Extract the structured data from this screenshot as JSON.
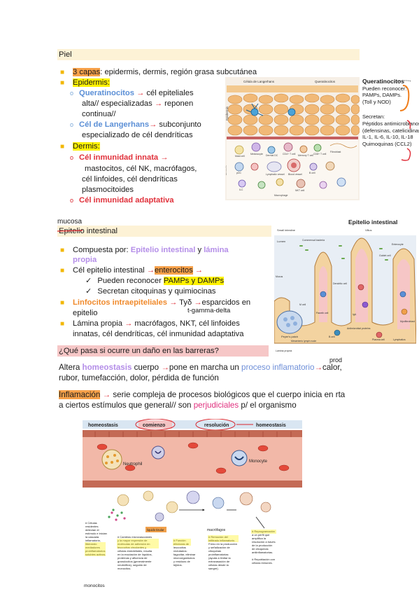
{
  "piel": {
    "title": "Piel",
    "b1_a": "3 capas",
    "b1_b": ": epidermis, dermis, región grasa subcutánea",
    "epidermis": "Epidermis:",
    "querat": "Queratinocitos",
    "querat_rest": " cél epiteliales",
    "querat_l2a": "alta// especializadas ",
    "querat_l2b": " reponen",
    "querat_l3": "continua//",
    "langer": "Cél de Langerhans",
    "langer_rest": " subconjunto",
    "langer_l2": "especializado de cél dendríticas",
    "dermis": "Dermis:",
    "innata": "Cél inmunidad innata ",
    "innata_l2": "mastocitos, cél NK, macrófagos,",
    "innata_l3": "cél linfoides, cél dendríticas",
    "innata_l4": "plasmocitoides",
    "adapt": "Cél inmunidad adaptativa",
    "arrow": "→"
  },
  "skin_fig": {
    "top_label1": "Célula de Langerhans",
    "top_label2": "Queratinocitos",
    "side_title": "Queratinocitos",
    "side_l1": "Pueden reconocer:",
    "side_l2": "PAMPs, DAMPs.",
    "side_l3": "(Toll y NOD)",
    "side_l4": "Secretan:",
    "side_l5": "Péptidos antimicrobianos",
    "side_l6": "(defensinas, catelicidinas)",
    "side_l7": "IL-1, IL-6, IL-10, IL-18",
    "side_l8": "Quimoquinas (CCL2)",
    "layer_epi": "Epidermis",
    "layer_der": "Dermis",
    "cells": [
      "Mast cell",
      "Melanocyte",
      "Dermal DC",
      "CD4+ T cell",
      "Memory T cell",
      "CD8+ T cell",
      "pDC",
      "Lymphatic vessel",
      "Blood vessel",
      "NKT cell",
      "Macrophage",
      "ILC",
      "Fibroblast",
      "B cell"
    ]
  },
  "intestino": {
    "mucosa": "mucosa",
    "title": "Epitelio intestinal",
    "b1_a": "Compuesta por: ",
    "b1_b": "Epitelio intestinal",
    "b1_c": " y ",
    "b1_d": "lámina",
    "b1_e": "propia",
    "b2_a": "Cél epitelio intestinal ",
    "b2_b": "enterocitos",
    "c1_a": "Pueden reconocer ",
    "c1_b": "PAMPs y DAMPs",
    "c2": "Secretan citoquinas y quimiocinas",
    "b3_a": "Linfocitos intraepiteliales ",
    "b3_b": " Tyδ ",
    "b3_c": "esparcidos en",
    "b3_note": "t-gamma-delta",
    "b3_l2": "epitelio",
    "b4_a": "Lámina propia ",
    "b4_b": " macrófagos, NKT, cél linfoides",
    "b4_l2": "innatas, cél dendríticas, cél inmunidad adaptativa",
    "arrow": "→",
    "check": "✓"
  },
  "gut_fig": {
    "title": "Epitelio intestinal",
    "labels": [
      "Small intestine",
      "Villus",
      "Lumen",
      "Commensal bacteria",
      "Enterocyte",
      "Goblet cell",
      "Mucus",
      "Dendritic cell",
      "Peyer's patch",
      "Paneth cell",
      "IgA",
      "B cell",
      "Plasma cell",
      "Lymphatics",
      "Lamina propria",
      "M cell",
      "Crypt",
      "Mesenteric lymph node",
      "Myofibroblast",
      "Antimicrobial proteins"
    ]
  },
  "dano": {
    "question": "¿Qué pasa si ocurre un daño en las barreras?",
    "l1_a": "Altera ",
    "l1_b": "homeostasis",
    "l1_c": " cuerpo ",
    "l1_d": "pone en marcha un ",
    "l1_e": "proceso inflamatorio",
    "l1_prod": "prod",
    "l1_f": "calor,",
    "l2": "rubor, tumefacción, dolor, pérdida de función",
    "infl_a": "Inflamación",
    "infl_b": " serie compleja de procesos biológicos que el cuerpo inicia en rta",
    "infl_l2a": "a ciertos estímulos que general// son ",
    "infl_l2b": "perjudiciales",
    "infl_l2c": " p/ el organismo",
    "arrow": "→"
  },
  "infl_fig": {
    "band1": "homeostasis",
    "band2": "comienzo",
    "band3": "resolución",
    "band4": "homeostasis",
    "neutrophil": "Neutrophil",
    "monocyte": "Monocyte",
    "tag": "liquido tisular",
    "macro": "macrófagos",
    "monocitos": "monocitos",
    "col1": [
      "# Células",
      "residentes",
      "detectan el",
      "estímulo e inician",
      "la cascada",
      "inflamatoria,",
      "liberando",
      "mediadores",
      "proinflamatorios",
      "solubles activos."
    ],
    "col2": [
      "# Cambios microvasculares",
      "y la mayor expresión de",
      "moléculas de adhesión en",
      "leucocitos circulantes y",
      "células endoteliales, resulta",
      "en la exudación de líquidos,",
      "proteínas y afluencia de",
      "granulocitos (generalmente",
      "neutrófilos), seguido de",
      "monocitos."
    ],
    "col3": [
      "# Función",
      "efectoras de",
      "leucocitos",
      "reclutados:",
      "fagocitar, eliminar",
      "microorganismos",
      "y residuos de",
      "tejidos."
    ],
    "col4": [
      "# Remoción del",
      "infiltrado inflamatorio.",
      "Freno en la producción",
      "y señalización de",
      "citoquinas",
      "proinflamatorias",
      "(ayuda a limitar la",
      "extravasación de",
      "células desde la",
      "sangre)."
    ],
    "col5": [
      "# Reprogramación",
      "a un perfil que",
      "amplifica la",
      "resolución a través",
      "de la producción",
      "de citoquinas",
      "antiinflamatorias.",
      "",
      "# Repoblación con",
      "células inmunes."
    ]
  },
  "colors": {
    "header_bg": "#fdf2d6",
    "bullet": "#f2b705",
    "red": "#e0303a",
    "blue": "#5b8fd6"
  }
}
